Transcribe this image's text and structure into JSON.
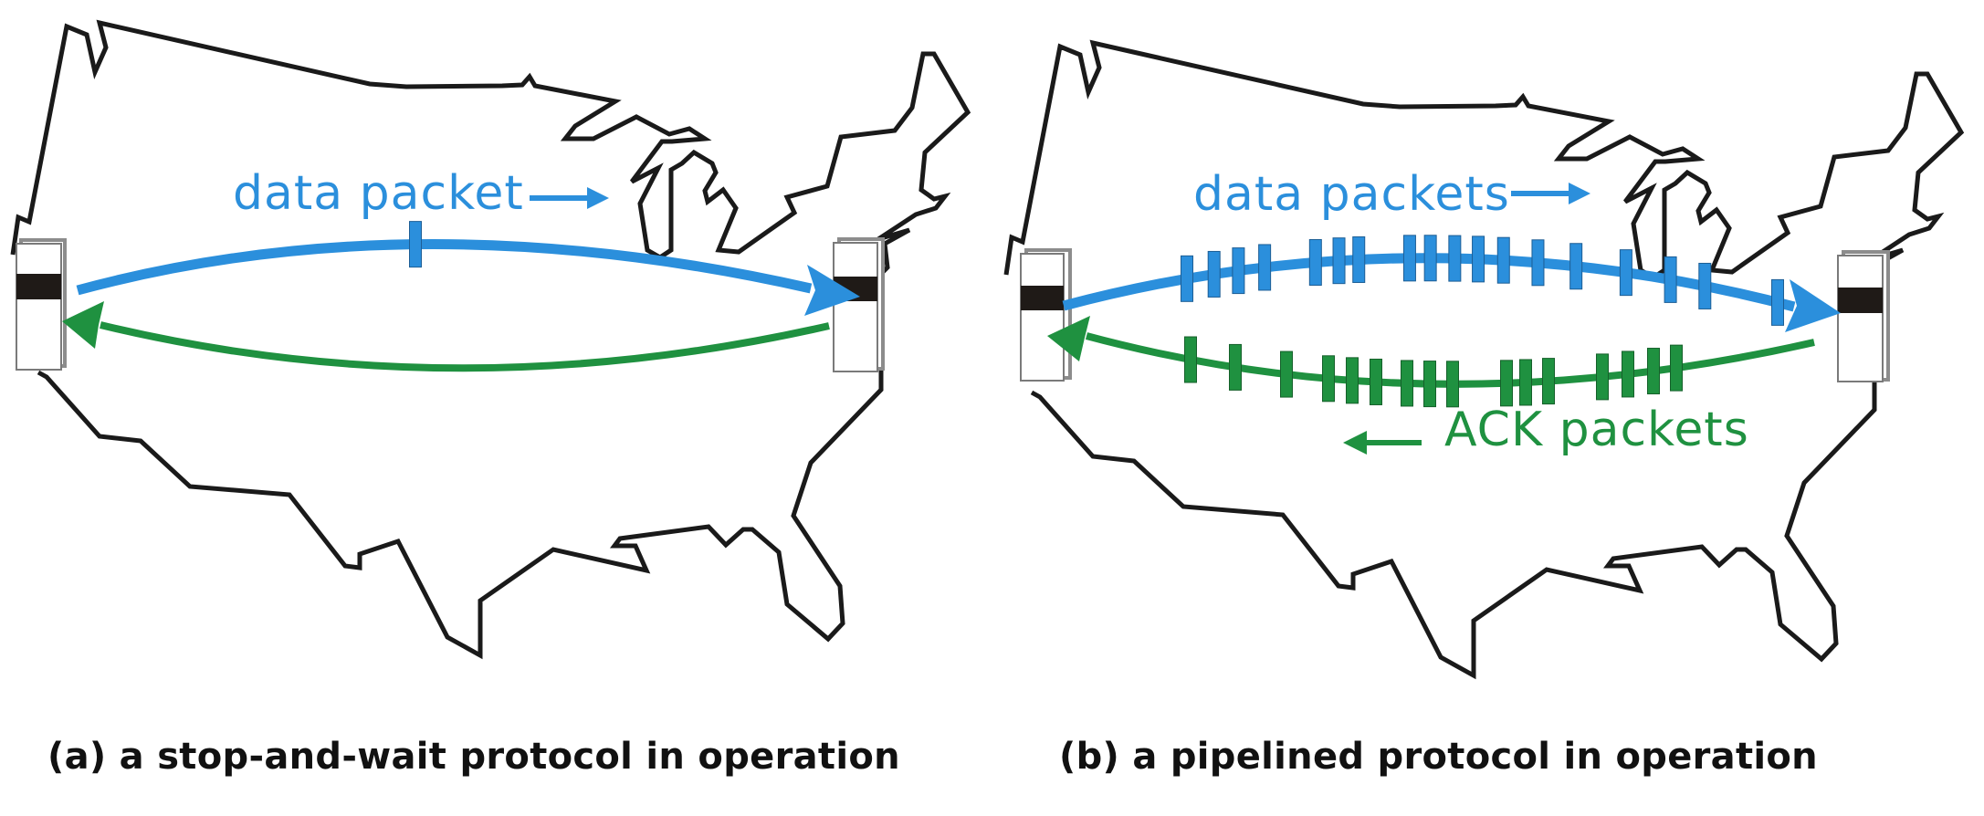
{
  "colors": {
    "data": "#2b8fdc",
    "ack": "#1f9140",
    "outline": "#1a1a1a",
    "host_band": "#1f1a17",
    "host_border": "#7a7a7a",
    "host_shadow": "#8c8c8c"
  },
  "panels": [
    {
      "id": "a",
      "data_label": "data packet",
      "data_packets_in_flight": 1,
      "ack_packets_in_flight": 0,
      "caption": "(a) a stop-and-wait protocol in operation"
    },
    {
      "id": "b",
      "data_label": "data packets",
      "ack_label": "ACK packets",
      "data_packets_in_flight": 18,
      "ack_packets_in_flight": 16,
      "caption": "(b) a pipelined protocol in operation"
    }
  ],
  "icons": {
    "sender": "host-computer-icon",
    "receiver": "host-computer-icon",
    "map": "us-map-outline"
  }
}
